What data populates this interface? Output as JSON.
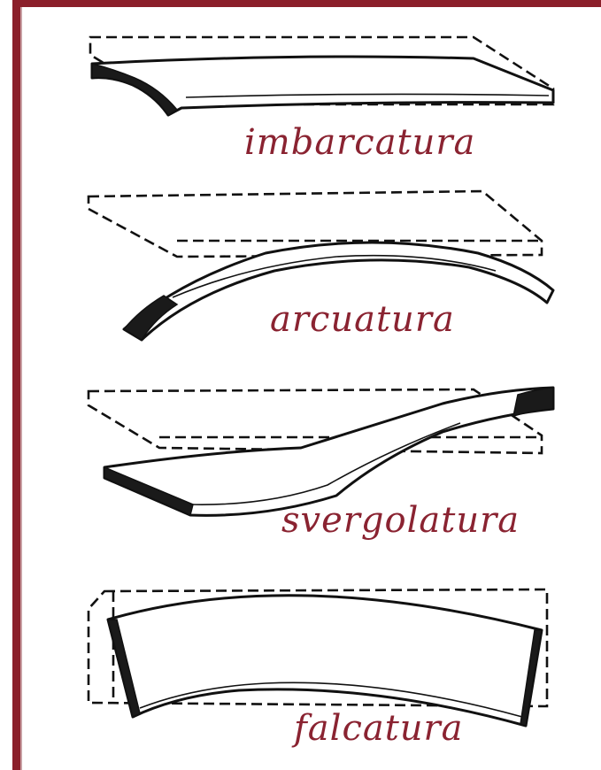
{
  "labels": [
    "imbarcatura",
    "arcuatura",
    "svergolatura",
    "falcatura"
  ],
  "colors": {
    "border": "#8b1f2a",
    "label": "#8a2331",
    "ink": "#111111"
  }
}
